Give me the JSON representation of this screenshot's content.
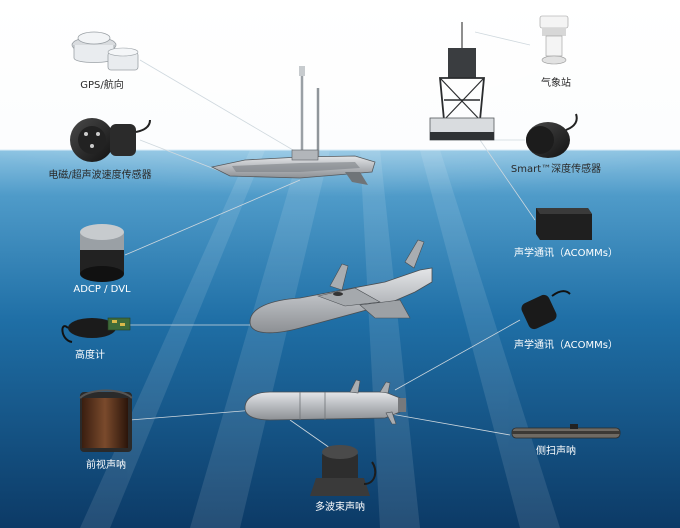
{
  "labels": {
    "gps": "GPS/航向",
    "em_speed": "电磁/超声波速度传感器",
    "adcp": "ADCP / DVL",
    "altimeter": "高度计",
    "forward_sonar": "前视声呐",
    "multibeam": "多波束声呐",
    "side_scan": "侧扫声呐",
    "weather": "气象站",
    "depth": "Smart™深度传感器",
    "acomms_1": "声学通讯（ACOMMs）",
    "acomms_2": "声学通讯（ACOMMs）"
  },
  "colors": {
    "sky": "#ffffff",
    "water_surface": "#5fa6d0",
    "water_mid": "#1e6fa6",
    "water_deep": "#0d3f6e",
    "vehicle": "#b9bcbf",
    "connector_line": "#c9d3da"
  },
  "icons": {
    "gps": "gps-antenna-icon",
    "em_speed": "speed-sensor-icon",
    "adcp": "adcp-dvl-icon",
    "altimeter": "altimeter-icon",
    "forward_sonar": "forward-sonar-icon",
    "multibeam": "multibeam-sonar-icon",
    "side_scan": "side-scan-sonar-icon",
    "weather": "weather-station-icon",
    "depth": "depth-sensor-icon",
    "acomms_1": "acoustic-modem-icon",
    "acomms_2": "acoustic-transducer-icon",
    "usv": "surface-vessel-icon",
    "buoy": "buoy-tower-icon",
    "auv_1": "auv-glider-icon",
    "auv_2": "auv-torpedo-icon"
  }
}
